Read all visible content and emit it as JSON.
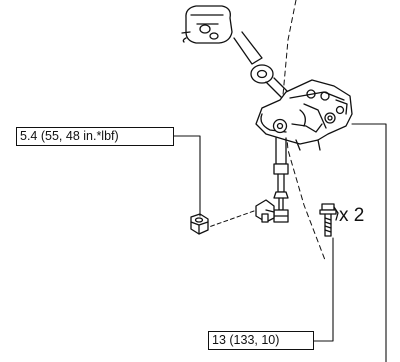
{
  "callouts": {
    "torque_spec_1": "5.4 (55, 48 in.*lbf)",
    "torque_spec_2": "13 (133, 10)"
  },
  "quantity_label": "x 2",
  "colors": {
    "line": "#111111",
    "background": "#ffffff"
  },
  "parts": {
    "sensor_link_icon": "height-control-sensor-link",
    "sensor_body_icon": "height-control-sensor-body",
    "bolt_icon": "bolt",
    "nut_icon": "nut"
  }
}
